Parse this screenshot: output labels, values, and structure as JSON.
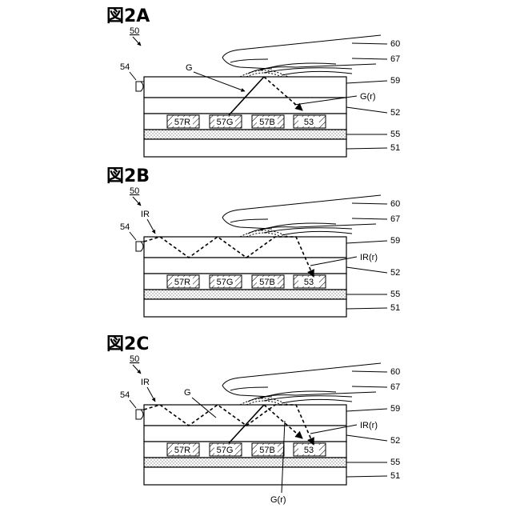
{
  "figures": [
    {
      "id": "2A",
      "title": "図2A",
      "device_ref": "50",
      "refs": {
        "light_source": "54",
        "finger": "60",
        "fingerprint": "67",
        "cover_layer": "59",
        "mid_layer": "52",
        "color_filter_layer": "55",
        "substrate": "51",
        "sensor": "53",
        "emitted_light": "G",
        "reflected_light": "G(r)"
      },
      "pixels": [
        "57R",
        "57G",
        "57B"
      ]
    },
    {
      "id": "2B",
      "title": "図2B",
      "device_ref": "50",
      "refs": {
        "light_source": "54",
        "finger": "60",
        "fingerprint": "67",
        "cover_layer": "59",
        "mid_layer": "52",
        "color_filter_layer": "55",
        "substrate": "51",
        "sensor": "53",
        "emitted_light": "IR",
        "reflected_light": "IR(r)"
      },
      "pixels": [
        "57R",
        "57G",
        "57B"
      ]
    },
    {
      "id": "2C",
      "title": "図2C",
      "device_ref": "50",
      "refs": {
        "light_source": "54",
        "finger": "60",
        "fingerprint": "67",
        "cover_layer": "59",
        "mid_layer": "52",
        "color_filter_layer": "55",
        "substrate": "51",
        "sensor": "53",
        "emitted_light": "IR",
        "emitted_light_2": "G",
        "reflected_light": "IR(r)",
        "reflected_light_2": "G(r)"
      },
      "pixels": [
        "57R",
        "57G",
        "57B"
      ]
    }
  ]
}
